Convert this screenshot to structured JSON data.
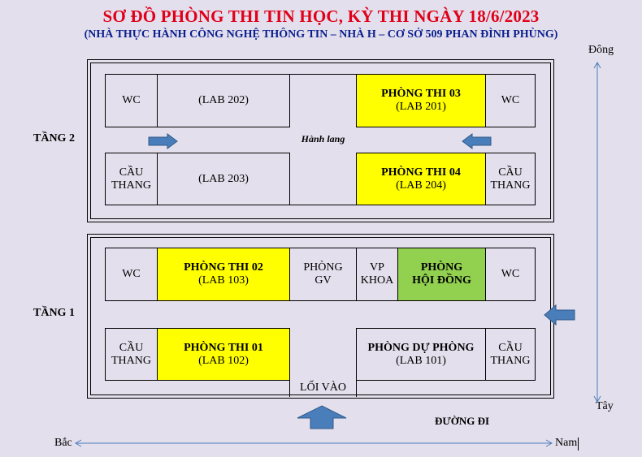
{
  "title": "SƠ ĐỒ PHÒNG THI TIN HỌC, KỲ THI NGÀY 18/6/2023",
  "subtitle": "(NHÀ THỰC HÀNH CÔNG NGHỆ THÔNG TIN – NHÀ H – CƠ SỞ 509 PHAN ĐÌNH PHÙNG)",
  "colors": {
    "title": "#e0001a",
    "subtitle": "#0a1f8f",
    "exam_room": "#ffff00",
    "council_room": "#92d050",
    "arrow": "#4a7ebb",
    "compass": "#4a7ebb"
  },
  "compass": {
    "east": "Đông",
    "west": "Tây",
    "north": "Bắc",
    "south": "Nam"
  },
  "floor2": {
    "label": "TẦNG 2",
    "corridor": "Hành lang",
    "rooms": {
      "wc_left": "WC",
      "lab202": "(LAB 202)",
      "exam03_name": "PHÒNG THI 03",
      "exam03_lab": "(LAB 201)",
      "wc_right": "WC",
      "stairs_left_1": "CẦU",
      "stairs_left_2": "THANG",
      "lab203": "(LAB 203)",
      "exam04_name": "PHÒNG THI 04",
      "exam04_lab": "(LAB 204)",
      "stairs_right_1": "CẦU",
      "stairs_right_2": "THANG"
    }
  },
  "floor1": {
    "label": "TẦNG 1",
    "rooms": {
      "wc_left": "WC",
      "exam02_name": "PHÒNG THI 02",
      "exam02_lab": "(LAB 103)",
      "teacher_1": "PHÒNG",
      "teacher_2": "GV",
      "faculty_1": "VP",
      "faculty_2": "KHOA",
      "council_1": "PHÒNG",
      "council_2": "HỘI ĐỒNG",
      "wc_right": "WC",
      "stairs_left_1": "CẦU",
      "stairs_left_2": "THANG",
      "exam01_name": "PHÒNG THI 01",
      "exam01_lab": "(LAB 102)",
      "reserve_name": "PHÒNG DỰ PHÒNG",
      "reserve_lab": "(LAB 101)",
      "stairs_right_1": "CẦU",
      "stairs_right_2": "THANG"
    },
    "entrance": "LỐI VÀO"
  },
  "road": "ĐƯỜNG ĐI"
}
